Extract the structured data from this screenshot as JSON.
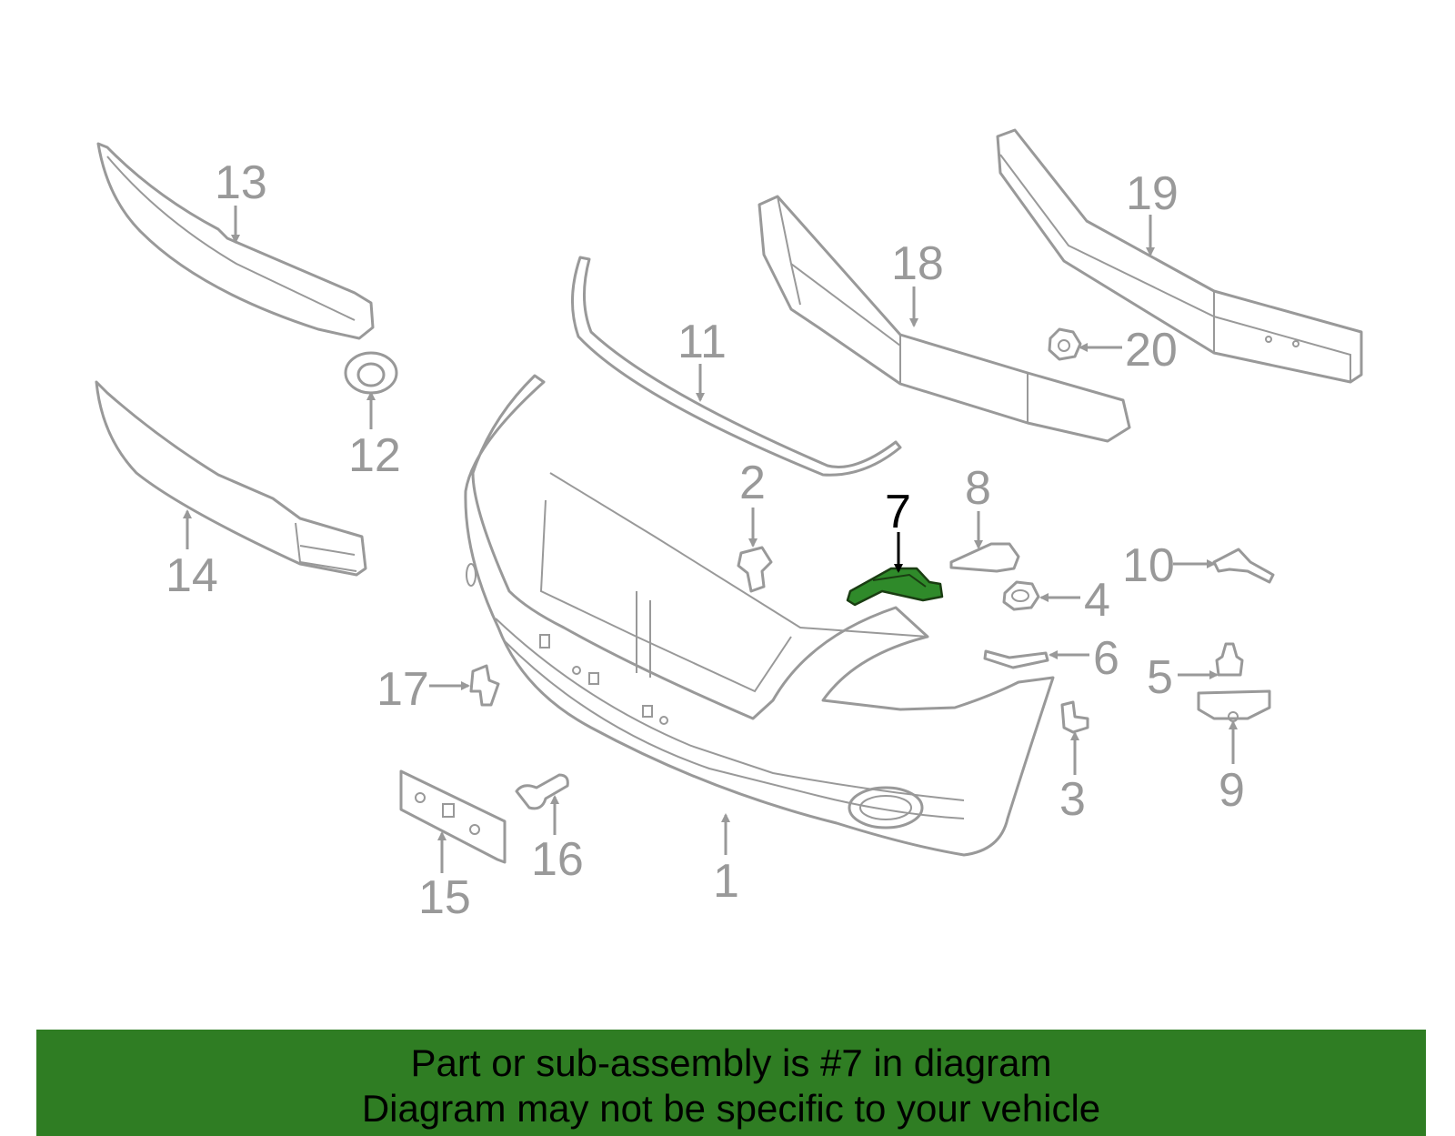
{
  "diagram": {
    "callouts": [
      "1",
      "2",
      "3",
      "4",
      "5",
      "6",
      "7",
      "8",
      "9",
      "10",
      "11",
      "12",
      "13",
      "14",
      "15",
      "16",
      "17",
      "18",
      "19",
      "20"
    ],
    "highlighted_callout": "7",
    "colors": {
      "part_line": "#999999",
      "highlight_fill": "#2f8a2a",
      "banner": "#2f7d23",
      "text": "#000000"
    }
  },
  "banner": {
    "line1": "Part or sub-assembly is #7 in diagram",
    "line2": "Diagram may not be specific to your vehicle"
  }
}
